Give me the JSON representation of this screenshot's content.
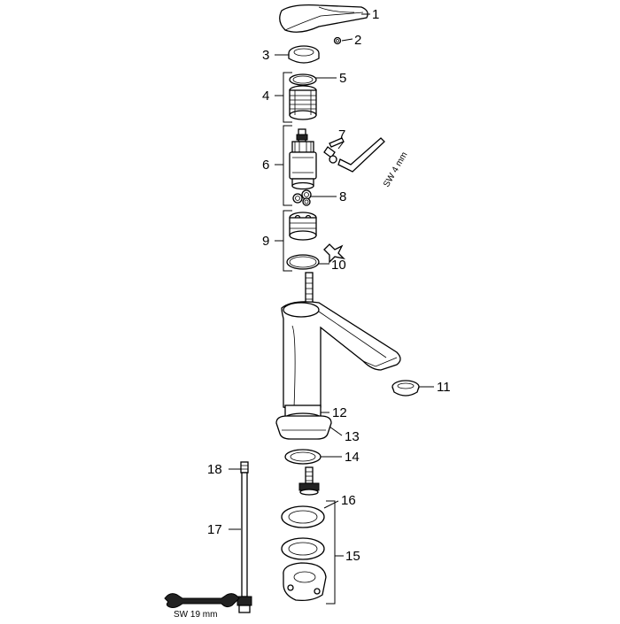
{
  "callouts": [
    {
      "id": "1",
      "label": "1"
    },
    {
      "id": "2",
      "label": "2"
    },
    {
      "id": "3",
      "label": "3"
    },
    {
      "id": "4",
      "label": "4"
    },
    {
      "id": "5",
      "label": "5"
    },
    {
      "id": "6",
      "label": "6"
    },
    {
      "id": "7",
      "label": "7"
    },
    {
      "id": "8",
      "label": "8"
    },
    {
      "id": "9",
      "label": "9"
    },
    {
      "id": "10",
      "label": "10"
    },
    {
      "id": "11",
      "label": "11"
    },
    {
      "id": "12",
      "label": "12"
    },
    {
      "id": "13",
      "label": "13"
    },
    {
      "id": "14",
      "label": "14"
    },
    {
      "id": "15",
      "label": "15"
    },
    {
      "id": "16",
      "label": "16"
    },
    {
      "id": "17",
      "label": "17"
    },
    {
      "id": "18",
      "label": "18"
    }
  ],
  "tool_labels": {
    "hex_key": "SW 4 mm",
    "wrench": "SW 19 mm"
  }
}
